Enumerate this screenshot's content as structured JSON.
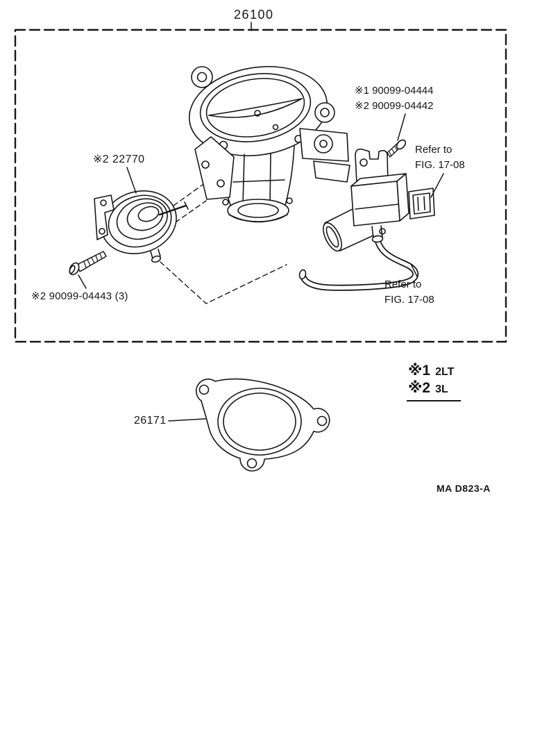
{
  "frame": {
    "assembly_number": "26100"
  },
  "callouts": {
    "actuator": "※2 22770",
    "mount_screw": "※2 90099-04443 (3)",
    "vsv_screw_opt1": "※1 90099-04444",
    "vsv_screw_opt2": "※2 90099-04442",
    "refer_top": {
      "line1": "Refer to",
      "line2": "FIG. 17-08"
    },
    "refer_bottom": {
      "line1": "Refer to",
      "line2": "FIG. 17-08"
    },
    "gasket": "26171"
  },
  "legend": {
    "rows": [
      {
        "symbol": "※1",
        "value": "2LT"
      },
      {
        "symbol": "※2",
        "value": "3L"
      }
    ]
  },
  "footer": {
    "drawing_code": "MA D823-A"
  },
  "colors": {
    "ink": "#161616",
    "background": "#ffffff"
  }
}
